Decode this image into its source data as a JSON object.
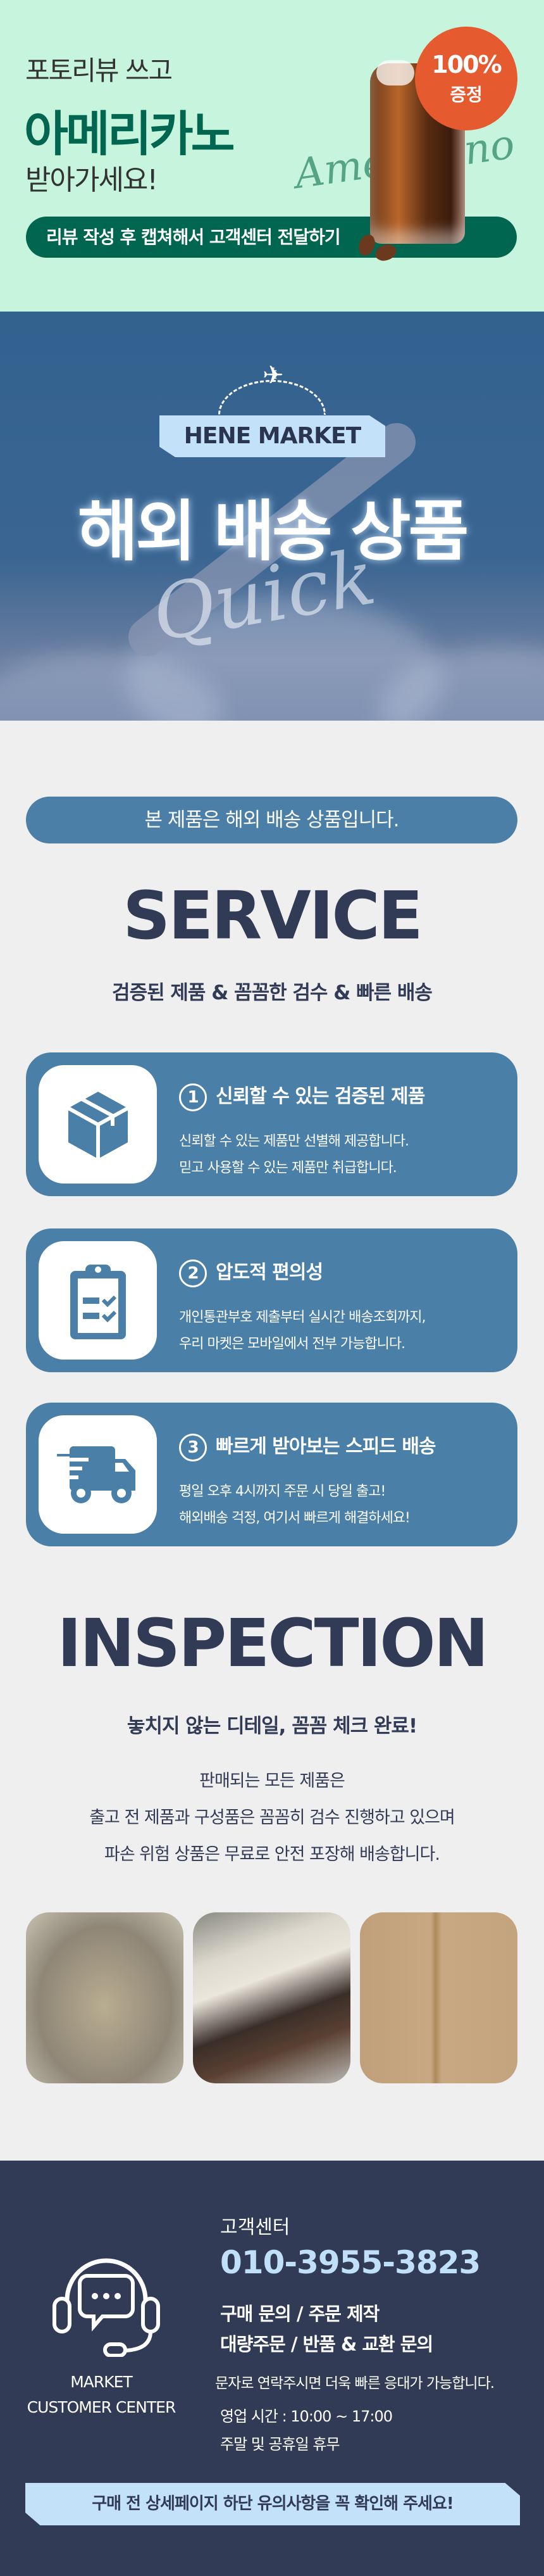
{
  "promo": {
    "line1": "포토리뷰 쓰고",
    "line2": "아메리카노",
    "line3": "받아가세요!",
    "script_text": "Americano",
    "badge_percent": "100%",
    "badge_label": "증정",
    "pill": "리뷰 작성 후 캡쳐해서 고객센터 전달하기"
  },
  "hero": {
    "brand": "HENE MARKET",
    "title": "해외 배송 상품",
    "script_text": "Quick"
  },
  "notice_pill": "본 제품은 해외 배송 상품입니다.",
  "service": {
    "heading": "SERVICE",
    "subheading": "검증된 제품 & 꼼꼼한 검수 & 빠른 배송",
    "cards": [
      {
        "num": "1",
        "title": "신뢰할 수 있는 검증된 제품",
        "line1": "신뢰할 수 있는 제품만 선별해 제공합니다.",
        "line2": "믿고 사용할 수 있는 제품만 취급합니다.",
        "icon": "box-icon"
      },
      {
        "num": "2",
        "title": "압도적 편의성",
        "line1": "개인통관부호 제출부터 실시간 배송조회까지,",
        "line2": "우리 마켓은 모바일에서 전부 가능합니다.",
        "icon": "clipboard-check-icon"
      },
      {
        "num": "3",
        "title": "빠르게 받아보는 스피드 배송",
        "line1": "평일 오후 4시까지 주문 시 당일 출고!",
        "line2": "해외배송 걱정, 여기서 빠르게 해결하세요!",
        "icon": "delivery-truck-icon"
      }
    ]
  },
  "inspection": {
    "heading": "INSPECTION",
    "subheading": "놓치지 않는 디테일, 꼼꼼 체크 완료!",
    "lines": [
      "판매되는 모든 제품은",
      "출고 전 제품과 구성품은 꼼꼼히 검수 진행하고 있으며",
      "파손 위험 상품은 무료로 안전 포장해 배송합니다."
    ]
  },
  "footer": {
    "label": "고객센터",
    "phone": "010-3955-3823",
    "bold1": "구매 문의 / 주문 제작",
    "bold2": "대량주문 / 반품 & 교환 문의",
    "sms": "문자로 연락주시면 더욱 빠른 응대가 가능합니다.",
    "hours": "영업 시간 : 10:00 ~ 17:00",
    "closed": "주말 및 공휴일 휴무",
    "market1": "MARKET",
    "market2": "CUSTOMER CENTER",
    "notice": "구매 전 상세페이지 하단 유의사항을 꼭 확인해 주세요!"
  },
  "colors": {
    "green": "#006650",
    "orange": "#e55a2e",
    "card_blue": "#4a7fa8",
    "navy": "#323b55",
    "light_blue": "#c3e2fa"
  }
}
